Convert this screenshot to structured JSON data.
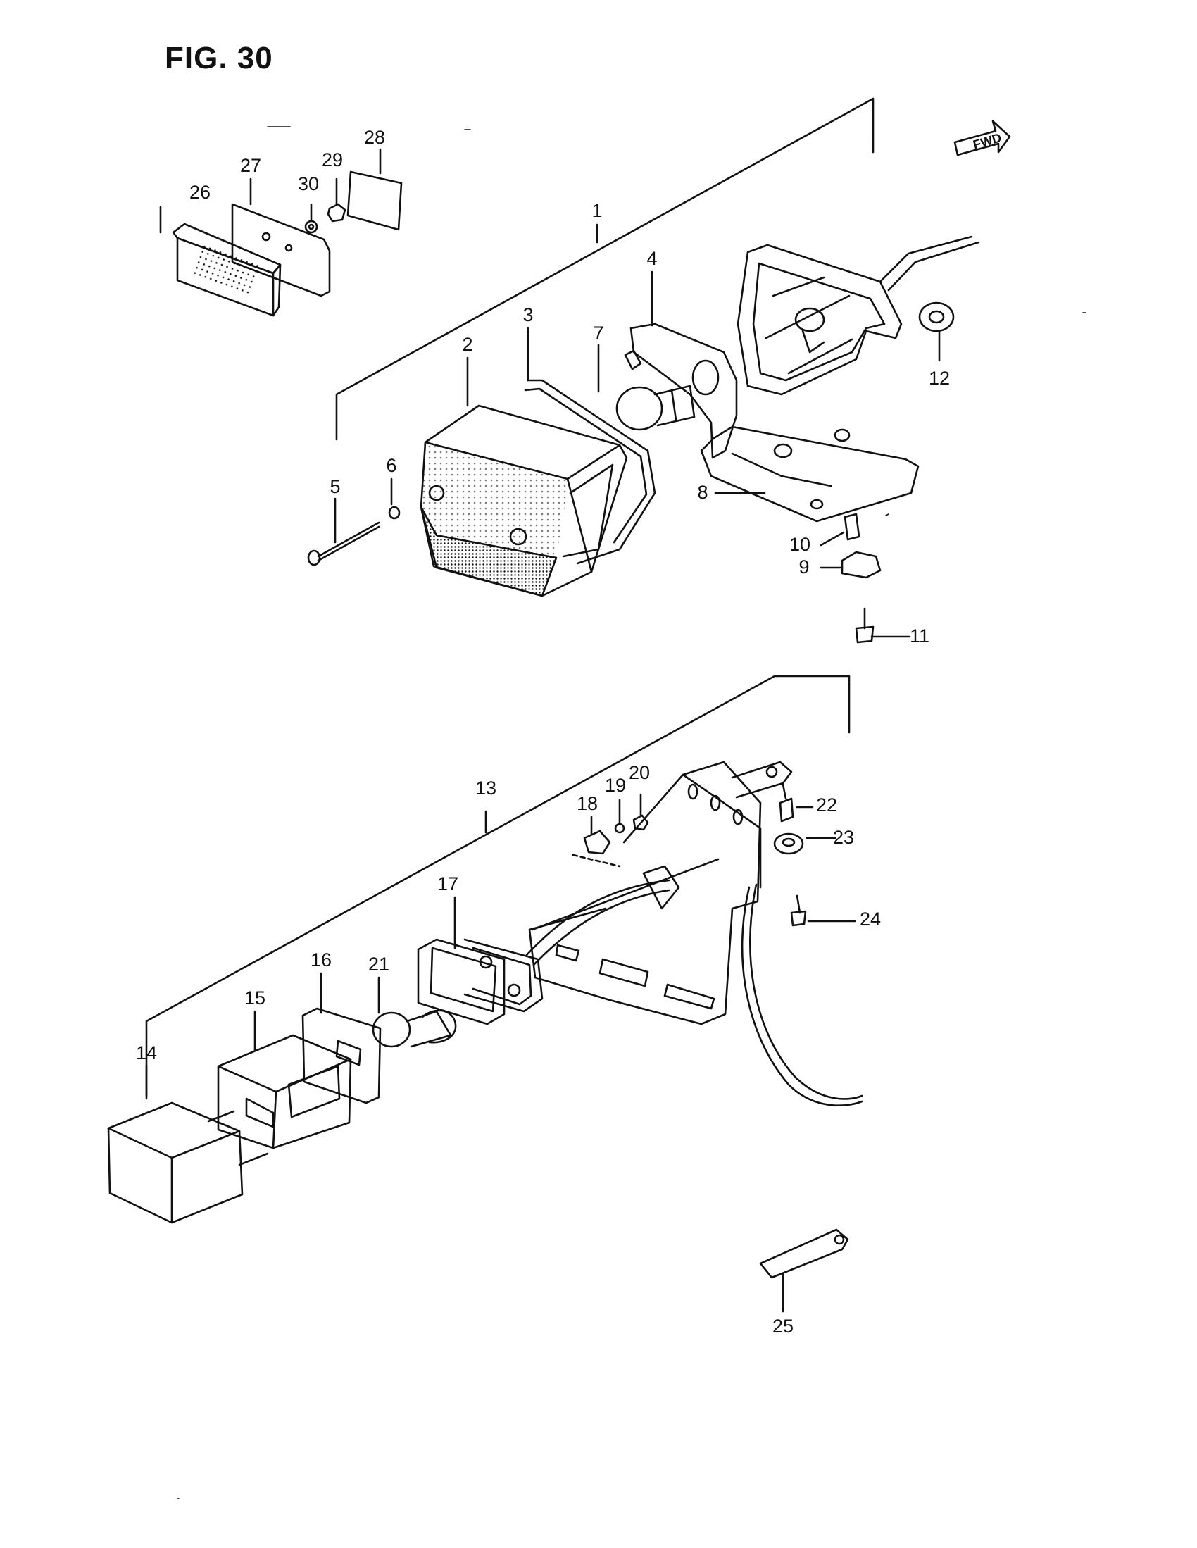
{
  "figure": {
    "title": "FIG. 30"
  },
  "fwd_arrow": {
    "label": "FWD"
  },
  "callouts": [
    "1",
    "2",
    "3",
    "4",
    "5",
    "6",
    "7",
    "8",
    "9",
    "10",
    "11",
    "12",
    "13",
    "14",
    "15",
    "16",
    "17",
    "18",
    "19",
    "20",
    "21",
    "22",
    "23",
    "24",
    "25",
    "26",
    "27",
    "28",
    "29",
    "30"
  ],
  "colors": {
    "ink": "#111111",
    "paper": "#ffffff"
  }
}
